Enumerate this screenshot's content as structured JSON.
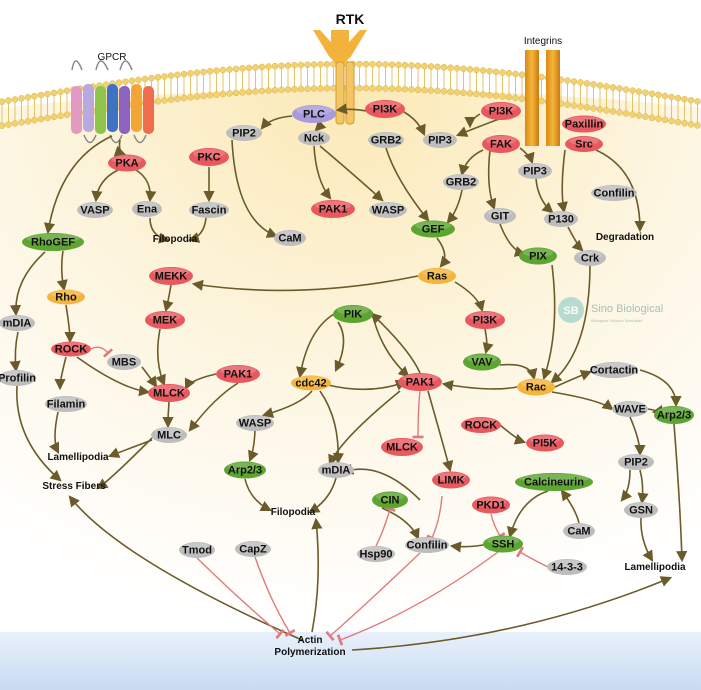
{
  "header_labels": {
    "gpcr": "GPCR",
    "rtk": "RTK",
    "integrins": "Integrins"
  },
  "watermark": {
    "logo_text": "SB",
    "company": "Sino Biological",
    "tagline": "Biological Solution Specialist"
  },
  "colors": {
    "red_node": "#e8585e",
    "gray_node": "#bdbdbd",
    "green_node": "#5ca531",
    "orange_node": "#f5b43c",
    "purple_node": "#a99adb",
    "edge": "#6b5a2a",
    "inhibit": "#e07b7b",
    "membrane": "#f0d27a",
    "cytoplasm": "#fdf4dd",
    "bottom_band": "#cfe0f3"
  },
  "nodes": [
    {
      "id": "pka",
      "label": "PKA",
      "color": "red"
    },
    {
      "id": "vasp1",
      "label": "VASP",
      "color": "gray"
    },
    {
      "id": "ena",
      "label": "Ena",
      "color": "gray"
    },
    {
      "id": "pkc",
      "label": "PKC",
      "color": "red"
    },
    {
      "id": "pip2a",
      "label": "PIP2",
      "color": "gray"
    },
    {
      "id": "fascin",
      "label": "Fascin",
      "color": "gray"
    },
    {
      "id": "plc",
      "label": "PLC",
      "color": "purple"
    },
    {
      "id": "nck",
      "label": "Nck",
      "color": "gray"
    },
    {
      "id": "cam1",
      "label": "CaM",
      "color": "gray"
    },
    {
      "id": "pak1a",
      "label": "PAK1",
      "color": "red"
    },
    {
      "id": "wasp1",
      "label": "WASP",
      "color": "gray"
    },
    {
      "id": "pi3k1",
      "label": "PI3K",
      "color": "red"
    },
    {
      "id": "pi3k2",
      "label": "PI3K",
      "color": "red"
    },
    {
      "id": "grb2a",
      "label": "GRB2",
      "color": "gray"
    },
    {
      "id": "pip3a",
      "label": "PIP3",
      "color": "gray"
    },
    {
      "id": "paxillin",
      "label": "Paxillin",
      "color": "red"
    },
    {
      "id": "src",
      "label": "Src",
      "color": "red"
    },
    {
      "id": "fak",
      "label": "FAK",
      "color": "red"
    },
    {
      "id": "grb2b",
      "label": "GRB2",
      "color": "gray"
    },
    {
      "id": "pip3b",
      "label": "PIP3",
      "color": "gray"
    },
    {
      "id": "git",
      "label": "GIT",
      "color": "gray"
    },
    {
      "id": "p130",
      "label": "P130",
      "color": "gray"
    },
    {
      "id": "confilin1",
      "label": "Confilin",
      "color": "gray"
    },
    {
      "id": "gef",
      "label": "GEF",
      "color": "green"
    },
    {
      "id": "pix",
      "label": "PIX",
      "color": "green"
    },
    {
      "id": "crk",
      "label": "Crk",
      "color": "gray"
    },
    {
      "id": "rhogef",
      "label": "RhoGEF",
      "color": "green"
    },
    {
      "id": "rho",
      "label": "Rho",
      "color": "orange"
    },
    {
      "id": "mdia1",
      "label": "mDIA",
      "color": "gray"
    },
    {
      "id": "rock1",
      "label": "ROCK",
      "color": "red"
    },
    {
      "id": "mbs",
      "label": "MBS",
      "color": "gray"
    },
    {
      "id": "profilin",
      "label": "Profilin",
      "color": "gray"
    },
    {
      "id": "filamin",
      "label": "Filamin",
      "color": "gray"
    },
    {
      "id": "mekk",
      "label": "MEKK",
      "color": "red"
    },
    {
      "id": "mek",
      "label": "MEK",
      "color": "red"
    },
    {
      "id": "mlck1",
      "label": "MLCK",
      "color": "red"
    },
    {
      "id": "mlc",
      "label": "MLC",
      "color": "gray"
    },
    {
      "id": "ras",
      "label": "Ras",
      "color": "orange"
    },
    {
      "id": "pi3k3",
      "label": "PI3K",
      "color": "red"
    },
    {
      "id": "vav",
      "label": "VAV",
      "color": "green"
    },
    {
      "id": "pik",
      "label": "PIK",
      "color": "green"
    },
    {
      "id": "pak1b",
      "label": "PAK1",
      "color": "red"
    },
    {
      "id": "cdc42",
      "label": "cdc42",
      "color": "orange"
    },
    {
      "id": "pak1c",
      "label": "PAK1",
      "color": "red"
    },
    {
      "id": "rac",
      "label": "Rac",
      "color": "orange"
    },
    {
      "id": "cortactin",
      "label": "Cortactin",
      "color": "gray"
    },
    {
      "id": "wasp2",
      "label": "WASP",
      "color": "gray"
    },
    {
      "id": "mdia2",
      "label": "mDIA",
      "color": "gray"
    },
    {
      "id": "arp23a",
      "label": "Arp2/3",
      "color": "green"
    },
    {
      "id": "mlck2",
      "label": "MLCK",
      "color": "red"
    },
    {
      "id": "rock2",
      "label": "ROCK",
      "color": "red"
    },
    {
      "id": "pi5k",
      "label": "PI5K",
      "color": "red"
    },
    {
      "id": "limk",
      "label": "LIMK",
      "color": "red"
    },
    {
      "id": "wave",
      "label": "WAVE",
      "color": "gray"
    },
    {
      "id": "arp23b",
      "label": "Arp2/3",
      "color": "green"
    },
    {
      "id": "pip2b",
      "label": "PIP2",
      "color": "gray"
    },
    {
      "id": "calcineurin",
      "label": "Calcineurin",
      "color": "green"
    },
    {
      "id": "cin",
      "label": "CIN",
      "color": "green"
    },
    {
      "id": "pkd1",
      "label": "PKD1",
      "color": "red"
    },
    {
      "id": "gsn",
      "label": "GSN",
      "color": "gray"
    },
    {
      "id": "cam2",
      "label": "CaM",
      "color": "gray"
    },
    {
      "id": "hsp90",
      "label": "Hsp90",
      "color": "gray"
    },
    {
      "id": "confilin2",
      "label": "Confilin",
      "color": "gray"
    },
    {
      "id": "ssh",
      "label": "SSH",
      "color": "green"
    },
    {
      "id": "p1433",
      "label": "14-3-3",
      "color": "gray"
    },
    {
      "id": "tmod",
      "label": "Tmod",
      "color": "gray"
    },
    {
      "id": "capz",
      "label": "CapZ",
      "color": "gray"
    }
  ],
  "outcomes": [
    {
      "id": "filopodia1",
      "label": "Filopodia"
    },
    {
      "id": "degradation",
      "label": "Degradation"
    },
    {
      "id": "lamellipodia1",
      "label": "Lamellipodia"
    },
    {
      "id": "stressfibers",
      "label": "Stress Fibers"
    },
    {
      "id": "filopodia2",
      "label": "Filopodia"
    },
    {
      "id": "lamellipodia2",
      "label": "Lamellipodia"
    },
    {
      "id": "actinpoly",
      "label": "Actin\nPolymerization"
    }
  ],
  "actin_lines": [
    "Actin",
    "Polymerization"
  ]
}
